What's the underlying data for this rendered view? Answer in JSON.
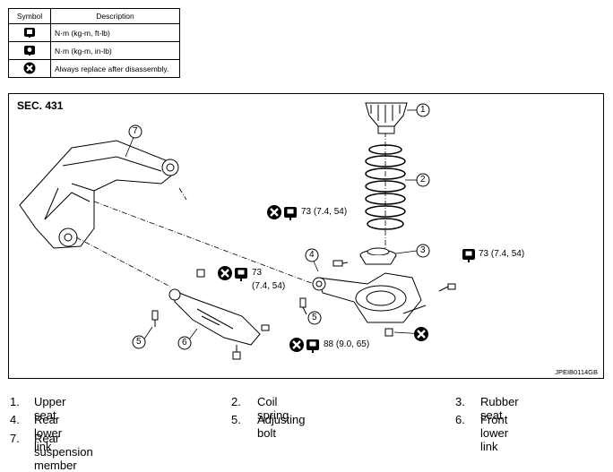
{
  "legend": {
    "header_symbol": "Symbol",
    "header_description": "Description",
    "rows": [
      {
        "icon": "torque-wrench-icon",
        "description": "N·m (kg-m, ft-lb)"
      },
      {
        "icon": "torque-wrench-small-icon",
        "description": "N·m (kg-m, in-lb)"
      },
      {
        "icon": "replace-x-icon",
        "description": "Always replace after disassembly."
      }
    ]
  },
  "diagram": {
    "section": "SEC. 431",
    "figure_code": "JPEIB0114GB",
    "torques": {
      "t_rear_link_upper": "73 (7.4, 54)",
      "t_rear_link_right": "73 (7.4, 54)",
      "t_front_link_a": "73",
      "t_front_link_b": "(7.4, 54)",
      "t_front_link_bottom": "88 (9.0, 65)"
    },
    "callouts": [
      "1",
      "2",
      "3",
      "4",
      "5",
      "6",
      "7",
      "5"
    ]
  },
  "parts": [
    {
      "num": "1.",
      "label": "Upper seat"
    },
    {
      "num": "2.",
      "label": "Coil spring"
    },
    {
      "num": "3.",
      "label": "Rubber seat"
    },
    {
      "num": "4.",
      "label": "Rear lower link"
    },
    {
      "num": "5.",
      "label": "Adjusting bolt"
    },
    {
      "num": "6.",
      "label": "Front lower link"
    },
    {
      "num": "7.",
      "label": "Rear suspension member"
    }
  ]
}
